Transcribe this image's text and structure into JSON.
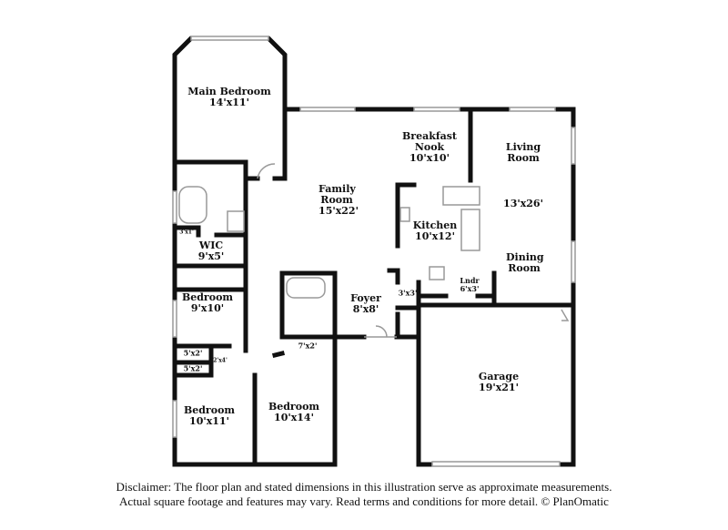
{
  "rooms": {
    "main_bedroom": {
      "name": "Main Bedroom",
      "size": "14'x11'"
    },
    "family_room": {
      "name": "Family Room",
      "size": "15'x22'"
    },
    "breakfast_nook": {
      "name": "Breakfast Nook",
      "size": "10'x10'"
    },
    "living_room": {
      "name": "Living Room",
      "size": "13'x26'"
    },
    "kitchen": {
      "name": "Kitchen",
      "size": "10'x12'"
    },
    "dining_room": {
      "name": "Dining Room"
    },
    "wic": {
      "name": "WIC",
      "size": "9'x5'"
    },
    "closet_3x1": {
      "size": "3'x1'"
    },
    "bedroom_2": {
      "name": "Bedroom",
      "size": "9'x10'"
    },
    "foyer": {
      "name": "Foyer",
      "size": "8'x8'"
    },
    "closet_3x3": {
      "size": "3'x3'"
    },
    "laundry": {
      "name": "Lndr",
      "size": "6'x3'"
    },
    "closet_7x2": {
      "size": "7'x2'"
    },
    "closet_5x2_a": {
      "size": "5'x2'"
    },
    "closet_5x2_b": {
      "size": "5'x2'"
    },
    "closet_2x4": {
      "size": "2'x4'"
    },
    "garage": {
      "name": "Garage",
      "size": "19'x21'"
    },
    "bedroom_3": {
      "name": "Bedroom",
      "size": "10'x11'"
    },
    "bedroom_4": {
      "name": "Bedroom",
      "size": "10'x14'"
    }
  },
  "disclaimer": {
    "line1": "Disclaimer: The floor plan and stated dimensions in this illustration serve as approximate measurements.",
    "line2": "Actual square footage and features may vary. Read terms and conditions for more detail. © PlanOmatic"
  },
  "colors": {
    "wall": "#111111",
    "fixture": "#999999"
  }
}
